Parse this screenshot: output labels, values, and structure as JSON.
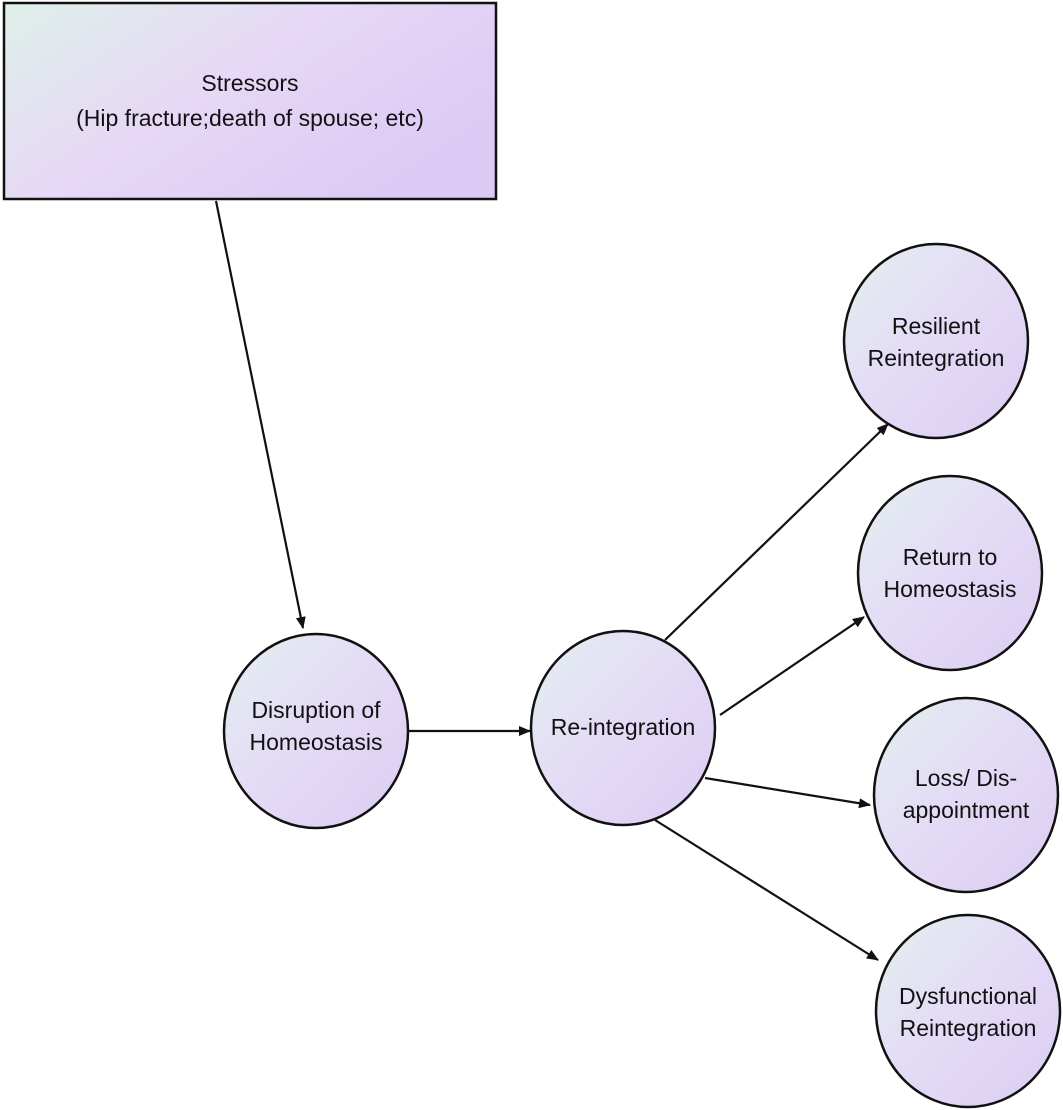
{
  "diagram": {
    "nodes": {
      "stressors": {
        "lines": [
          "Stressors",
          "(Hip fracture;death of spouse; etc)"
        ]
      },
      "disruption": {
        "lines": [
          "Disruption of",
          "Homeostasis"
        ]
      },
      "reintegration": {
        "lines": [
          "Re-integration"
        ]
      },
      "resilient": {
        "lines": [
          "Resilient",
          "Reintegration"
        ]
      },
      "return": {
        "lines": [
          "Return to",
          "Homeostasis"
        ]
      },
      "loss": {
        "lines": [
          "Loss/ Dis-",
          "appointment"
        ]
      },
      "dysfunctional": {
        "lines": [
          "Dysfunctional",
          "Reintegration"
        ]
      }
    },
    "edges": [
      {
        "from": "stressors",
        "to": "disruption"
      },
      {
        "from": "disruption",
        "to": "reintegration"
      },
      {
        "from": "reintegration",
        "to": "resilient"
      },
      {
        "from": "reintegration",
        "to": "return"
      },
      {
        "from": "reintegration",
        "to": "loss"
      },
      {
        "from": "reintegration",
        "to": "dysfunctional"
      }
    ]
  }
}
